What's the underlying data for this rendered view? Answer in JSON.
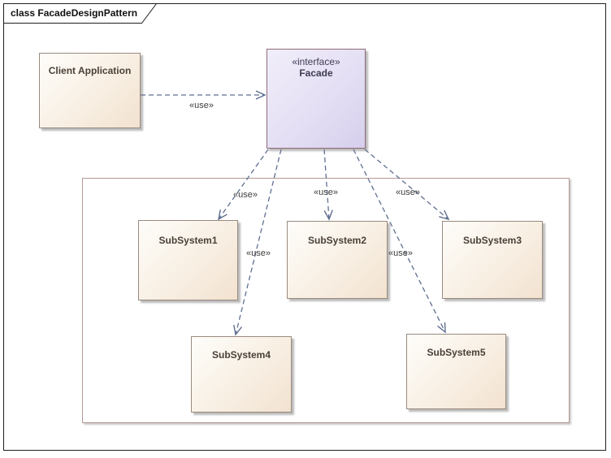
{
  "diagram": {
    "title": "class FacadeDesignPattern",
    "nodes": {
      "client": {
        "label": "Client Application"
      },
      "facade": {
        "stereotype": "«interface»",
        "name": "Facade"
      },
      "sub1": {
        "label": "SubSystem1"
      },
      "sub2": {
        "label": "SubSystem2"
      },
      "sub3": {
        "label": "SubSystem3"
      },
      "sub4": {
        "label": "SubSystem4"
      },
      "sub5": {
        "label": "SubSystem5"
      }
    },
    "edges": [
      {
        "from": "Client Application",
        "to": "Facade",
        "label": "«use»",
        "style": "dashed-open-arrow"
      },
      {
        "from": "Facade",
        "to": "SubSystem1",
        "label": "«use»",
        "style": "dashed-open-arrow"
      },
      {
        "from": "Facade",
        "to": "SubSystem2",
        "label": "«use»",
        "style": "dashed-open-arrow"
      },
      {
        "from": "Facade",
        "to": "SubSystem3",
        "label": "«use»",
        "style": "dashed-open-arrow"
      },
      {
        "from": "Facade",
        "to": "SubSystem4",
        "label": "«use»",
        "style": "dashed-open-arrow"
      },
      {
        "from": "Facade",
        "to": "SubSystem5",
        "label": "«use»",
        "style": "dashed-open-arrow"
      }
    ],
    "colors": {
      "edge": "#5f6f90",
      "frame_border": "#1f1f1f",
      "boundary_border": "#b39a92",
      "node_border": "#9a8a7e",
      "node_fill_light": "#fefdfa",
      "node_fill_dark": "#f2e2d0",
      "facade_border": "#8f6a77",
      "facade_fill_light": "#f1eefa",
      "facade_fill_dark": "#d6cfec"
    }
  }
}
